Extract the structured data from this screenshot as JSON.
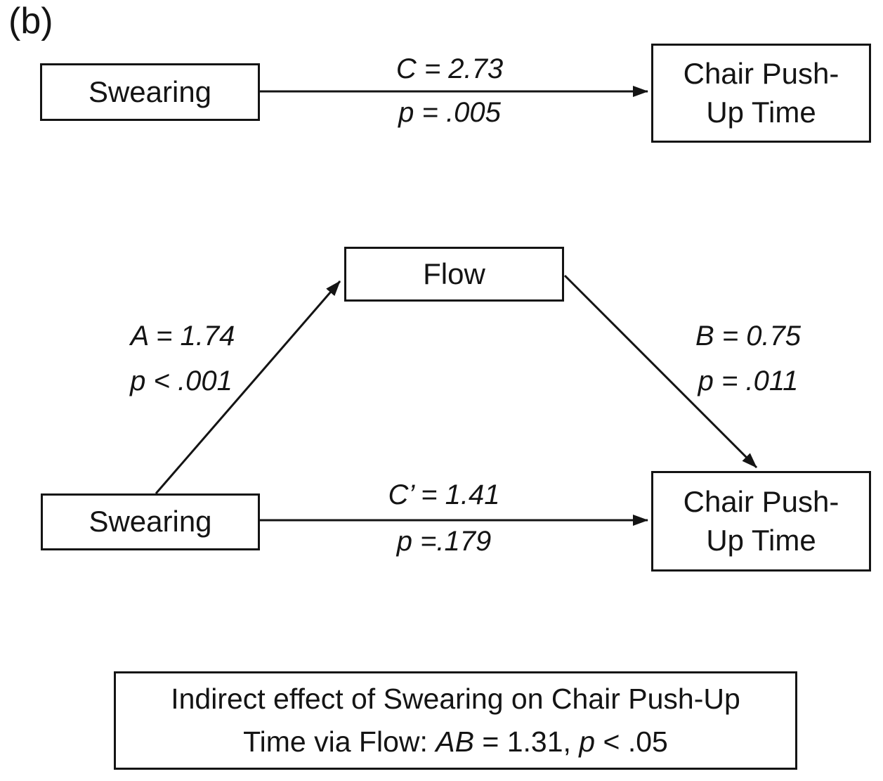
{
  "figure_label": "(b)",
  "colors": {
    "ink": "#141414",
    "background": "#ffffff"
  },
  "top_model": {
    "predictor_box": "Swearing",
    "outcome_box": {
      "line1": "Chair Push-",
      "line2": "Up Time"
    },
    "path_c": {
      "coef": "C = 2.73",
      "p": "p = .005"
    }
  },
  "mediation_model": {
    "mediator_box": "Flow",
    "predictor_box": "Swearing",
    "outcome_box": {
      "line1": "Chair Push-",
      "line2": "Up Time"
    },
    "path_a": {
      "coef": "A = 1.74",
      "p": "p < .001"
    },
    "path_b": {
      "coef": "B = 0.75",
      "p": "p = .011"
    },
    "path_c_prime": {
      "coef": "C’ = 1.41",
      "p": "p =.179"
    }
  },
  "indirect_effect_box": {
    "line1": "Indirect effect of Swearing on Chair Push-Up",
    "line2": {
      "prefix": "Time via Flow: ",
      "ab": "AB",
      "mid": " = 1.31, ",
      "p": "p",
      "suffix": " < .05"
    }
  }
}
